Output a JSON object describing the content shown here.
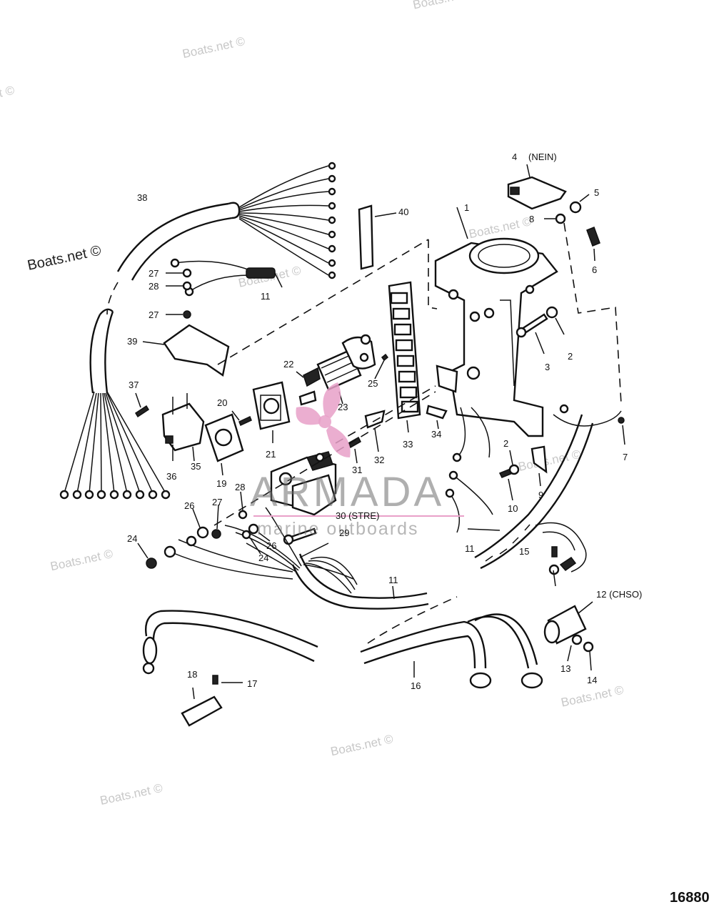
{
  "watermark": {
    "text": "Boats.net ©"
  },
  "logo": {
    "name": "ARMADA",
    "tagline": "marine outboards",
    "color": "#e8a0c8"
  },
  "figure_number": "16880",
  "callouts": [
    {
      "key": "c1",
      "text": "1"
    },
    {
      "key": "c2a",
      "text": "2"
    },
    {
      "key": "c2b",
      "text": "2"
    },
    {
      "key": "c3",
      "text": "3"
    },
    {
      "key": "c4",
      "text": "4"
    },
    {
      "key": "c4n",
      "text": "(NEIN)"
    },
    {
      "key": "c5",
      "text": "5"
    },
    {
      "key": "c6",
      "text": "6"
    },
    {
      "key": "c7",
      "text": "7"
    },
    {
      "key": "c8",
      "text": "8"
    },
    {
      "key": "c9",
      "text": "9"
    },
    {
      "key": "c10",
      "text": "10"
    },
    {
      "key": "c11a",
      "text": "11"
    },
    {
      "key": "c11b",
      "text": "11"
    },
    {
      "key": "c11c",
      "text": "11"
    },
    {
      "key": "c12",
      "text": "12 (CHSO)"
    },
    {
      "key": "c13",
      "text": "13"
    },
    {
      "key": "c14",
      "text": "14"
    },
    {
      "key": "c15",
      "text": "15"
    },
    {
      "key": "c16",
      "text": "16"
    },
    {
      "key": "c17",
      "text": "17"
    },
    {
      "key": "c18",
      "text": "18"
    },
    {
      "key": "c19",
      "text": "19"
    },
    {
      "key": "c20",
      "text": "20"
    },
    {
      "key": "c21",
      "text": "21"
    },
    {
      "key": "c22",
      "text": "22"
    },
    {
      "key": "c23",
      "text": "23"
    },
    {
      "key": "c24a",
      "text": "24"
    },
    {
      "key": "c24b",
      "text": "24"
    },
    {
      "key": "c25",
      "text": "25"
    },
    {
      "key": "c26a",
      "text": "26"
    },
    {
      "key": "c26b",
      "text": "26"
    },
    {
      "key": "c27a",
      "text": "27"
    },
    {
      "key": "c27b",
      "text": "27"
    },
    {
      "key": "c27c",
      "text": "27"
    },
    {
      "key": "c28a",
      "text": "28"
    },
    {
      "key": "c28b",
      "text": "28"
    },
    {
      "key": "c29",
      "text": "29"
    },
    {
      "key": "c30",
      "text": "30 (STRE)"
    },
    {
      "key": "c31",
      "text": "31"
    },
    {
      "key": "c32",
      "text": "32"
    },
    {
      "key": "c33",
      "text": "33"
    },
    {
      "key": "c34",
      "text": "34"
    },
    {
      "key": "c35",
      "text": "35"
    },
    {
      "key": "c36",
      "text": "36"
    },
    {
      "key": "c37",
      "text": "37"
    },
    {
      "key": "c38",
      "text": "38"
    },
    {
      "key": "c39",
      "text": "39"
    },
    {
      "key": "c40",
      "text": "40"
    }
  ]
}
